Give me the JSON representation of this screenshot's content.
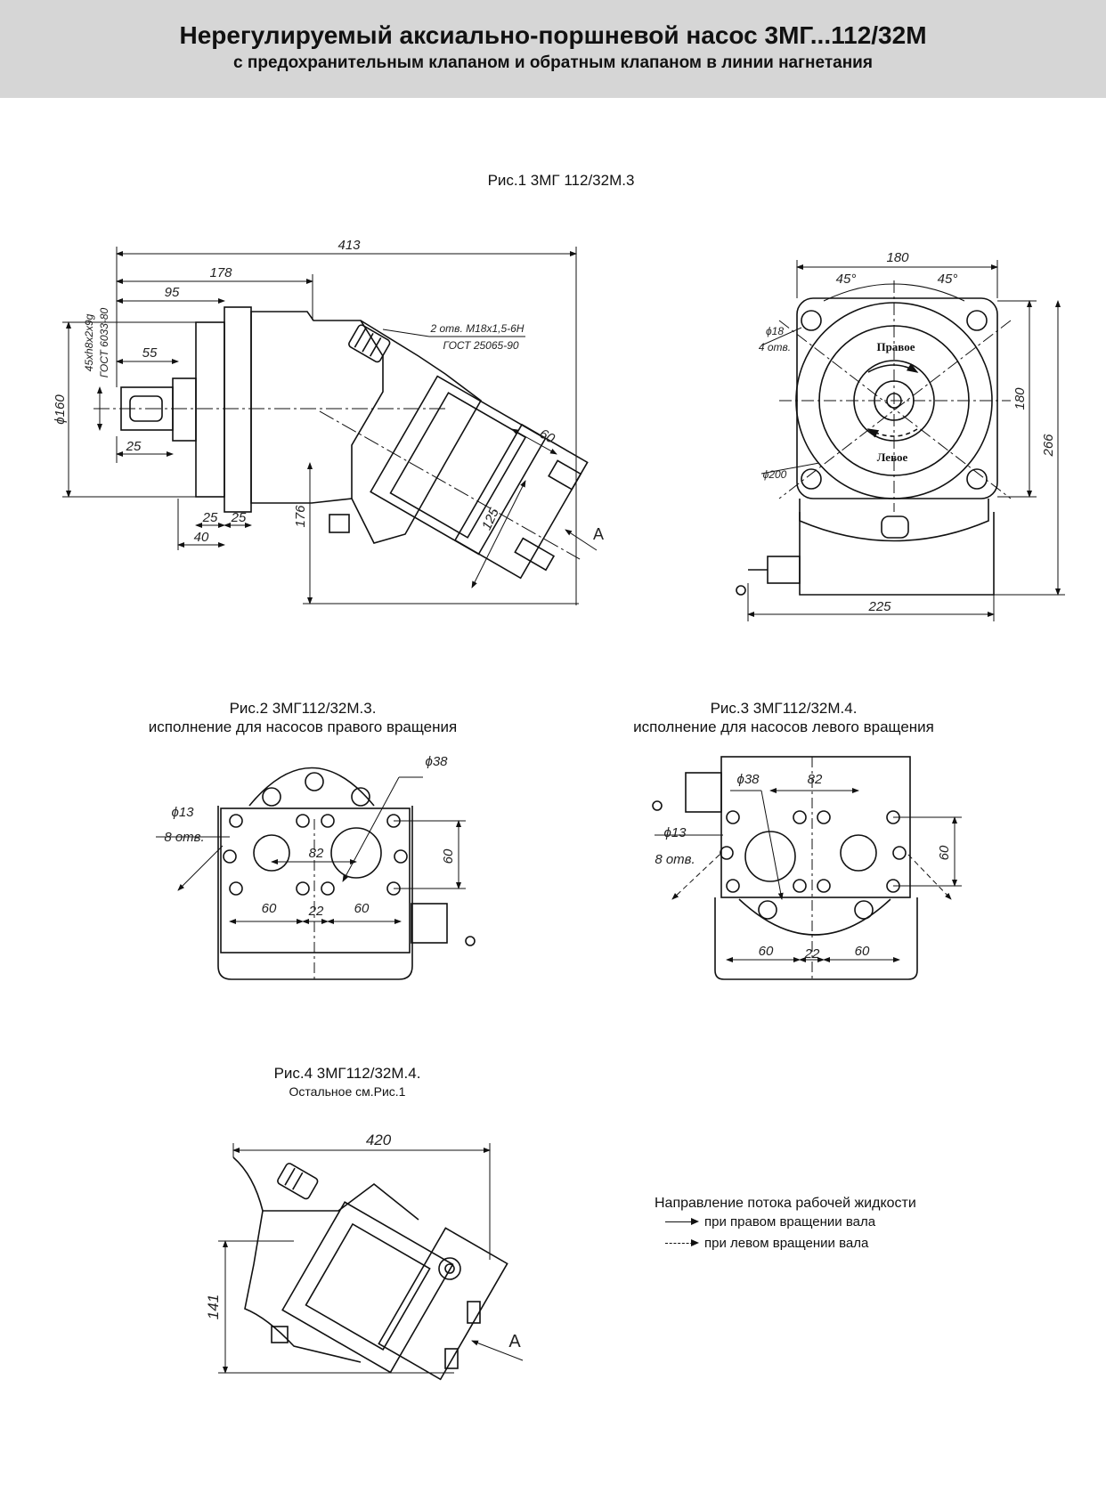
{
  "header": {
    "title": "Нерегулируемый аксиально-поршневой насос 3МГ...112/32М",
    "subtitle": "с предохранительным клапаном и обратным клапаном в линии нагнетания"
  },
  "figures": {
    "fig1": {
      "caption": "Рис.1 3МГ 112/32М.3"
    },
    "fig2": {
      "caption_line1": "Рис.2 3МГ112/32М.3.",
      "caption_line2": "исполнение для насосов правого вращения"
    },
    "fig3": {
      "caption_line1": "Рис.3 3МГ112/32М.4.",
      "caption_line2": "исполнение для насосов левого вращения"
    },
    "fig4": {
      "caption_line1": "Рис.4 3МГ112/32М.4.",
      "caption_line2": "Остальное см.Рис.1"
    }
  },
  "dims": {
    "fig1_side": {
      "d413": "413",
      "d178": "178",
      "d95": "95",
      "d55": "55",
      "d25a": "25",
      "d160": "ϕ160",
      "spline": "45xh8x2x9g",
      "gost": "ГОСТ 6033-80",
      "thread": "2 отв. М18х1,5-6Н",
      "thread_gost": "ГОСТ 25065-90",
      "d60": "60",
      "d125": "125",
      "d176": "176",
      "d25b": "25",
      "d25c": "25",
      "d40": "40",
      "view": "A"
    },
    "fig1_front": {
      "d180w": "180",
      "a45l": "45°",
      "a45r": "45°",
      "d18": "ϕ18",
      "holes4": "4 отв.",
      "d180h": "180",
      "d266": "266",
      "d200": "ϕ200",
      "d225": "225",
      "right": "Правое",
      "left": "Левое"
    },
    "fig2": {
      "d38": "ϕ38",
      "d13": "ϕ13",
      "holes8": "8 отв.",
      "d82": "82",
      "d60v": "60",
      "d60a": "60",
      "d22": "22",
      "d60b": "60"
    },
    "fig3": {
      "d38": "ϕ38",
      "d82": "82",
      "d13": "ϕ13",
      "holes8": "8 отв.",
      "d60v": "60",
      "d60a": "60",
      "d22": "22",
      "d60b": "60"
    },
    "fig4": {
      "d420": "420",
      "d141": "141",
      "view": "A"
    }
  },
  "legend": {
    "title": "Направление потока рабочей жидкости",
    "right_rotation": "при правом вращении вала",
    "left_rotation": "при левом вращении вала"
  }
}
